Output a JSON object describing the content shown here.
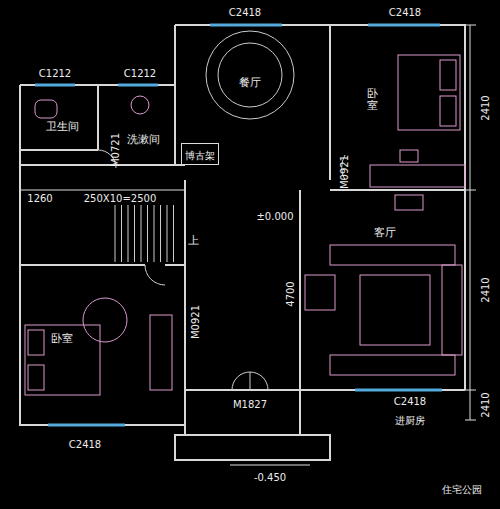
{
  "diagram": {
    "nodes": [
      {
        "text": [
          "博古架"
        ]
      }
    ],
    "labels": [
      "C2418",
      "C2418",
      "C1212",
      "C1212",
      "卫生间",
      "洗漱间",
      "M0721",
      "餐厅",
      "卧室",
      "2410",
      "M0921",
      "±0.000",
      "1260",
      "250X10=2500",
      "上",
      "2410",
      "客厅",
      "4700",
      "M0921",
      "卧室",
      "M1827",
      "C2418",
      "进厨房",
      "2410",
      "C2418",
      "-0.450",
      "住宅公园"
    ]
  }
}
